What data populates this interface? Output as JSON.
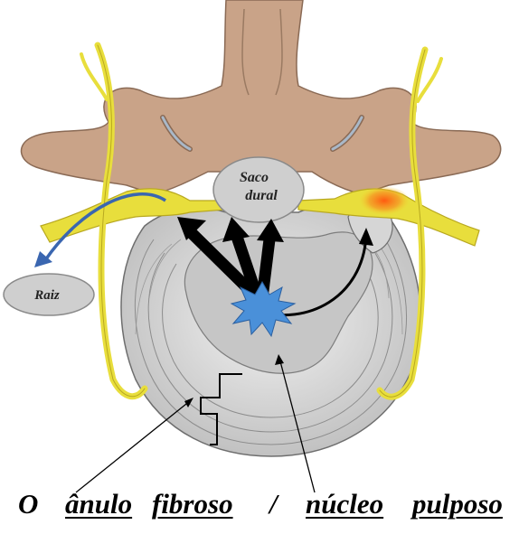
{
  "labels": {
    "saco_dural_line1": "Saco",
    "saco_dural_line2": "dural",
    "raiz": "Raiz"
  },
  "caption": {
    "o": "O",
    "anulo": "ânulo",
    "fibroso": "fibroso",
    "slash": "/",
    "nucleo": "núcleo",
    "pulposo": "pulposo"
  },
  "colors": {
    "nerve": "#e8de3c",
    "bone": "#c9a388",
    "disc": "#d9d9d9",
    "nucleus": "#c6c6c6",
    "bubble": "#cfcfcf",
    "star": "#4a90d9",
    "raiz_arrow": "#3a66b0",
    "inflamed": "#f08a20"
  }
}
